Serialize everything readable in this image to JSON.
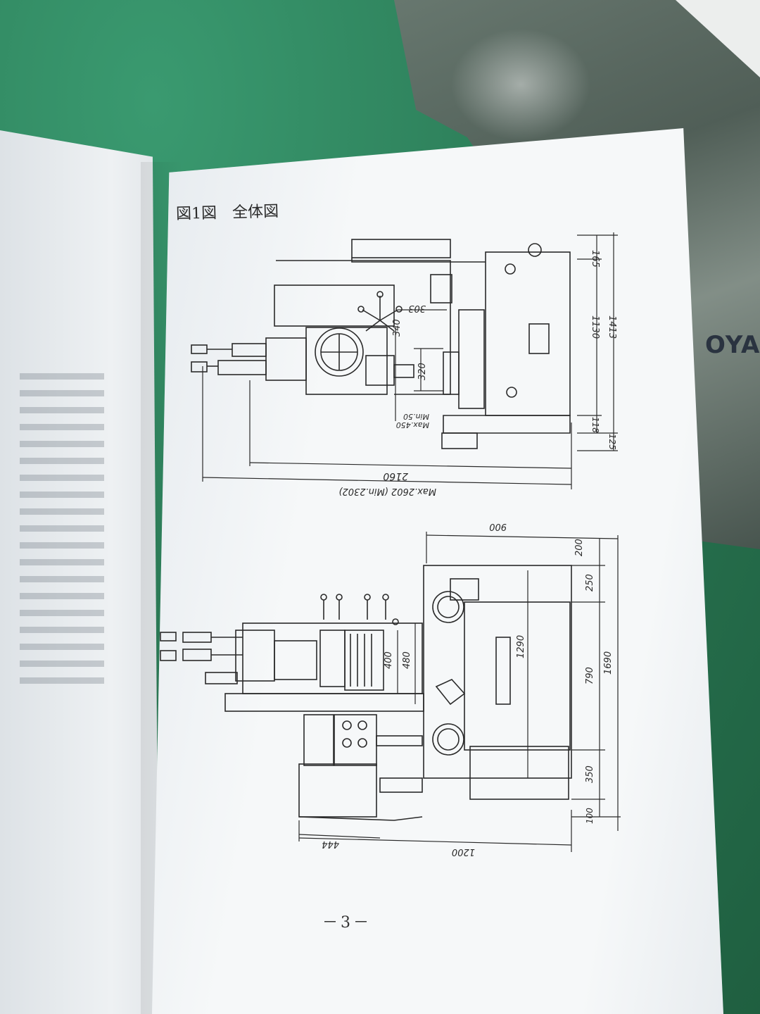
{
  "figure": {
    "title": "図1図　全体図",
    "page_number": "－3－"
  },
  "top_view": {
    "dims_right": [
      "165",
      "1130",
      "1413",
      "118",
      "125"
    ],
    "dims_inner": [
      "303",
      "340",
      "320",
      "Max.450",
      "Min.50"
    ],
    "dims_bottom": [
      "2160",
      "Max.2602 (Min.2302)"
    ]
  },
  "front_view": {
    "dims_top": [
      "900"
    ],
    "dims_right": [
      "200",
      "250",
      "790",
      "1690",
      "350",
      "100"
    ],
    "dims_inner": [
      "400",
      "480",
      "1290"
    ],
    "dims_bottom": [
      "444",
      "1200"
    ]
  },
  "background": {
    "bag_label": "OYA"
  },
  "colors": {
    "desk": "#2e8a62",
    "paper": "#f6f8f9",
    "ink": "#2a2a2a"
  }
}
